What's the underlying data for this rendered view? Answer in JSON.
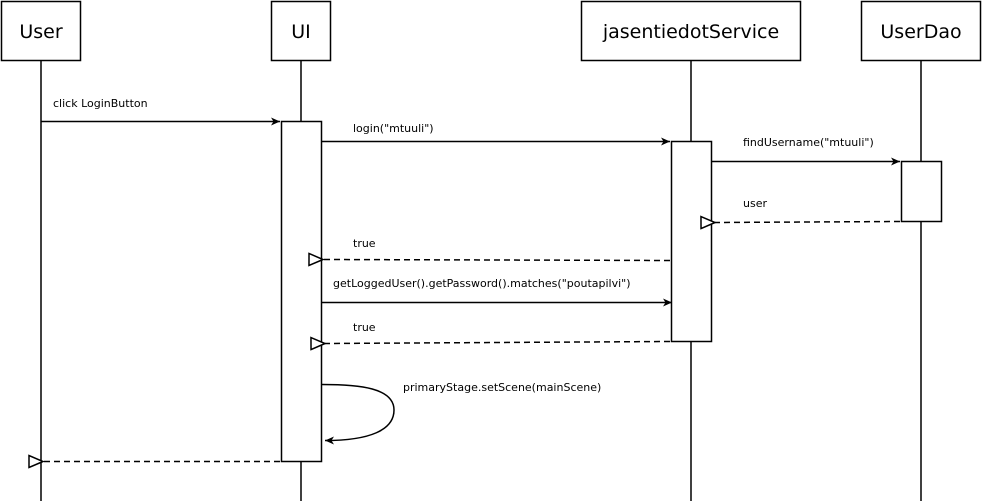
{
  "participants": {
    "user": "User",
    "ui": "UI",
    "service": "jasentiedotService",
    "dao": "UserDao"
  },
  "messages": {
    "click": "click LoginButton",
    "login": "login(\"mtuuli\")",
    "find": "findUsername(\"mtuuli\")",
    "user_return": "user",
    "true_return_1": "true",
    "matches": "getLoggedUser().getPassword().matches(\"poutapilvi\")",
    "true_return_2": "true",
    "set_scene": "primaryStage.setScene(mainScene)"
  }
}
